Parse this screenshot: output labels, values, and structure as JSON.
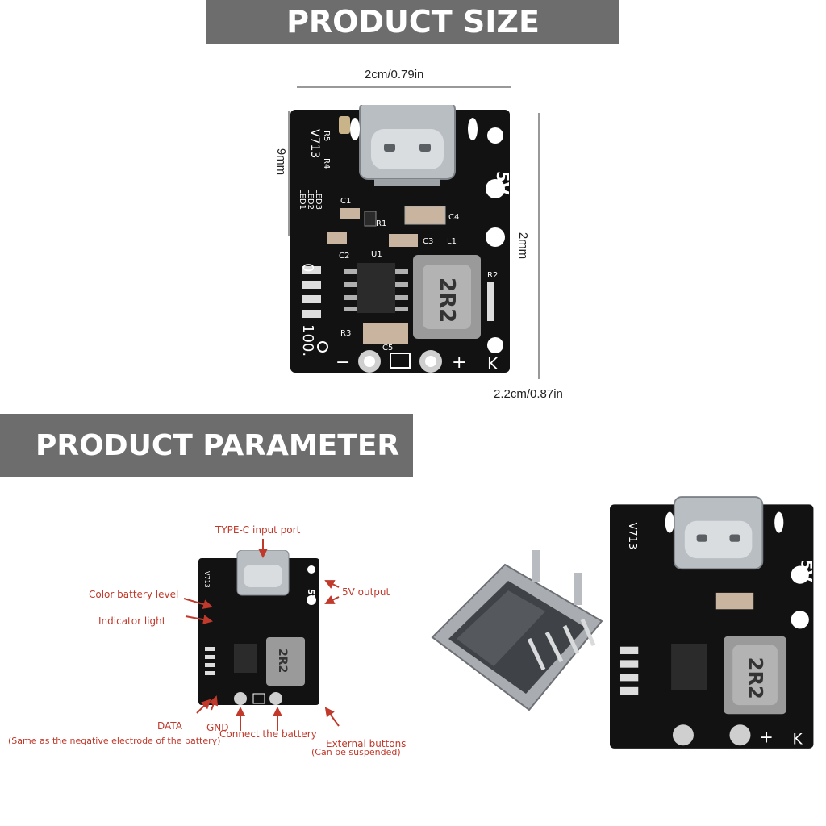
{
  "banners": {
    "size": "PRODUCT SIZE",
    "parameter": "PRODUCT PARAMETER"
  },
  "dimensions": {
    "width": "2cm/0.79in",
    "depth": "9mm",
    "thickness": "2mm",
    "length": "2.2cm/0.87in"
  },
  "board": {
    "model": "V713",
    "voltage": "5V",
    "inductor": "2R2",
    "led_labels": [
      "LED1",
      "LED2",
      "LED3"
    ],
    "component_labels": [
      "R5",
      "R4",
      "C1",
      "R1",
      "C4",
      "C2",
      "U1",
      "C3",
      "L1",
      "R2",
      "R3",
      "C5"
    ],
    "level_top": "0",
    "level_bottom": "100.",
    "minus": "−",
    "plus": "+",
    "key": "K"
  },
  "callouts": {
    "typec": "TYPE-C input port",
    "color_battery": "Color battery level",
    "indicator": "Indicator light",
    "output": "5V output",
    "data": "DATA",
    "data_note": "(Same as the negative electrode of the battery)",
    "gnd": "GND",
    "connect": "Connect the battery",
    "external": "External buttons",
    "external_note": "(Can be suspended)"
  },
  "colors": {
    "banner": "#6d6d6d",
    "pcb": "#121212",
    "callout": "#c0392b"
  }
}
